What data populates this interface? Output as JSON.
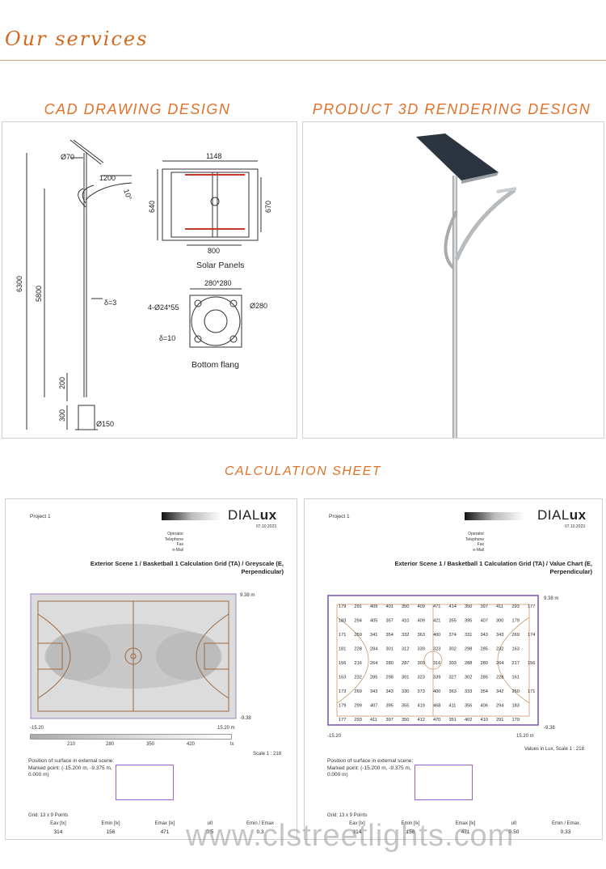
{
  "header": {
    "title": "Our services"
  },
  "cad": {
    "title": "CAD DRAWING DESIGN",
    "dims": {
      "arm_diameter": "Ø70",
      "arm_length": "1200",
      "arm_angle": "10°",
      "total_height": "6300",
      "pole_height": "5800",
      "thickness": "δ=3",
      "base_200": "200",
      "base_300": "300",
      "base_diameter": "Ø150",
      "panel_width": "1148",
      "panel_height_left": "640",
      "panel_height_right": "670",
      "panel_inner": "800",
      "flange_size": "280*280",
      "flange_holes": "4-Ø24*55",
      "flange_circle": "Ø280",
      "flange_thickness": "δ=10"
    },
    "captions": {
      "solar_panels": "Solar Panels",
      "bottom_flang": "Bottom flang"
    }
  },
  "rendering": {
    "title": "PRODUCT 3D RENDERING DESIGN"
  },
  "calc": {
    "title": "CALCULATION SHEET"
  },
  "sheet_left": {
    "project": "Project 1",
    "logo_light": "DIAL",
    "logo_bold": "ux",
    "date": "07.10.2023",
    "meta": [
      "Operator",
      "Telephone",
      "Fax",
      "e-Mail"
    ],
    "scene_line1": "Exterior Scene 1 / Basketball 1 Calculation Grid (TA) / Greyscale (E,",
    "scene_line2": "Perpendicular)",
    "y_top": "9.38 m",
    "y_bottom": "-9.38",
    "x_left": "-15.20",
    "x_right": "15.20 m",
    "scale_ticks": [
      "210",
      "280",
      "350",
      "420"
    ],
    "scale_unit": "lx",
    "scale_text": "Scale 1 : 218",
    "pos_text": [
      "Position of surface in external scene:",
      "Marked point: (-15.200 m, -9.375 m,",
      "0.000 m)"
    ],
    "grid": "Grid: 13 x 9 Points",
    "stats_labels": [
      "Eav [lx]",
      "Emin [lx]",
      "Emax [lx]",
      "u0",
      "Emin / Emax"
    ],
    "stats_values": [
      "314",
      "156",
      "471",
      "0.5",
      "0.3"
    ]
  },
  "sheet_right": {
    "project": "Project 1",
    "logo_light": "DIAL",
    "logo_bold": "ux",
    "date": "07.10.2023",
    "meta": [
      "Operator",
      "Telephone",
      "Fax",
      "e-Mail"
    ],
    "scene_line1": "Exterior Scene 1 / Basketball 1 Calculation Grid (TA) / Value Chart (E,",
    "scene_line2": "Perpendicular)",
    "y_top": "9.38 m",
    "y_bottom": "-9.38",
    "x_left": "-15.20",
    "x_right": "15.20 m",
    "scale_text": "Values in Lux, Scale 1 : 218",
    "pos_text": [
      "Position of surface in external scene:",
      "Marked point: (-15.200 m, -9.375 m,",
      "0.000 m)"
    ],
    "grid": "Grid: 13 x 9 Points",
    "stats_labels": [
      "Eav [lx]",
      "Emin [lx]",
      "Emax [lx]",
      "u0",
      "Emin / Emax"
    ],
    "stats_values": [
      "314",
      "156",
      "471",
      "0.50",
      "0.33"
    ],
    "values": [
      [
        "179",
        "291",
        "409",
        "401",
        "350",
        "409",
        "471",
        "414",
        "350",
        "397",
        "411",
        "293",
        "177"
      ],
      [
        "183",
        "294",
        "405",
        "357",
        "410",
        "409",
        "421",
        "355",
        "395",
        "407",
        "300",
        "179",
        ""
      ],
      [
        "171",
        "259",
        "341",
        "354",
        "332",
        "363",
        "400",
        "374",
        "331",
        "343",
        "343",
        "269",
        "174"
      ],
      [
        "181",
        "228",
        "284",
        "301",
        "312",
        "339",
        "323",
        "302",
        "298",
        "285",
        "232",
        "163",
        ""
      ],
      [
        "156",
        "216",
        "264",
        "280",
        "287",
        "303",
        "316",
        "303",
        "288",
        "280",
        "264",
        "217",
        "156"
      ],
      [
        "163",
        "232",
        "285",
        "298",
        "301",
        "323",
        "339",
        "327",
        "302",
        "285",
        "228",
        "161",
        ""
      ],
      [
        "173",
        "269",
        "343",
        "343",
        "330",
        "373",
        "400",
        "363",
        "333",
        "354",
        "342",
        "260",
        "171"
      ],
      [
        "179",
        "299",
        "407",
        "395",
        "355",
        "419",
        "468",
        "411",
        "356",
        "406",
        "294",
        "183",
        ""
      ],
      [
        "177",
        "293",
        "411",
        "397",
        "350",
        "412",
        "470",
        "351",
        "402",
        "410",
        "291",
        "179",
        ""
      ]
    ]
  },
  "watermark": "www.clstreetlights.com"
}
